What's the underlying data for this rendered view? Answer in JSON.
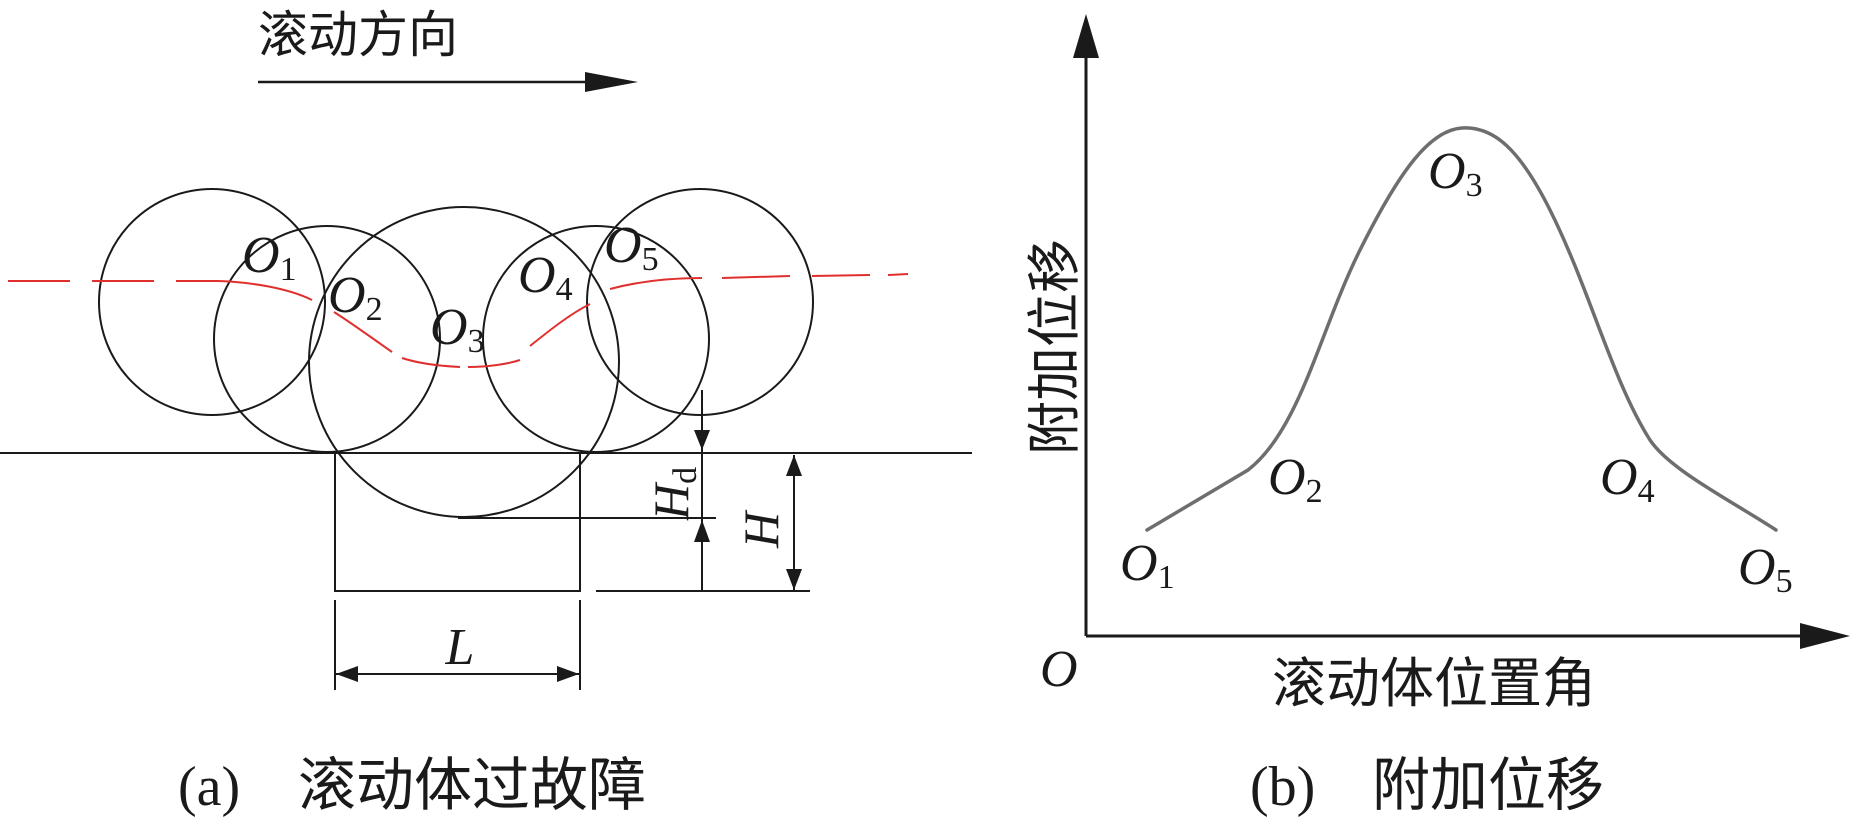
{
  "panel_a": {
    "direction_label": "滚动方向",
    "caption_tag": "(a)",
    "caption_text": "滚动体过故障",
    "centers": [
      {
        "letter": "O",
        "sub": "1"
      },
      {
        "letter": "O",
        "sub": "2"
      },
      {
        "letter": "O",
        "sub": "3"
      },
      {
        "letter": "O",
        "sub": "4"
      },
      {
        "letter": "O",
        "sub": "5"
      }
    ],
    "dim_hd_letter": "H",
    "dim_hd_sub": "d",
    "dim_h": "H",
    "dim_l": "L",
    "colors": {
      "line": "#1a1a1a",
      "trajectory": "#e0302e"
    }
  },
  "panel_b": {
    "y_axis_label": "附加位移",
    "x_axis_label": "滚动体位置角",
    "origin_label": "O",
    "caption_tag": "(b)",
    "caption_text": "附加位移",
    "points": [
      {
        "letter": "O",
        "sub": "1"
      },
      {
        "letter": "O",
        "sub": "2"
      },
      {
        "letter": "O",
        "sub": "3"
      },
      {
        "letter": "O",
        "sub": "4"
      },
      {
        "letter": "O",
        "sub": "5"
      }
    ],
    "colors": {
      "curve": "#6e6e6e",
      "axis": "#1a1a1a"
    }
  }
}
